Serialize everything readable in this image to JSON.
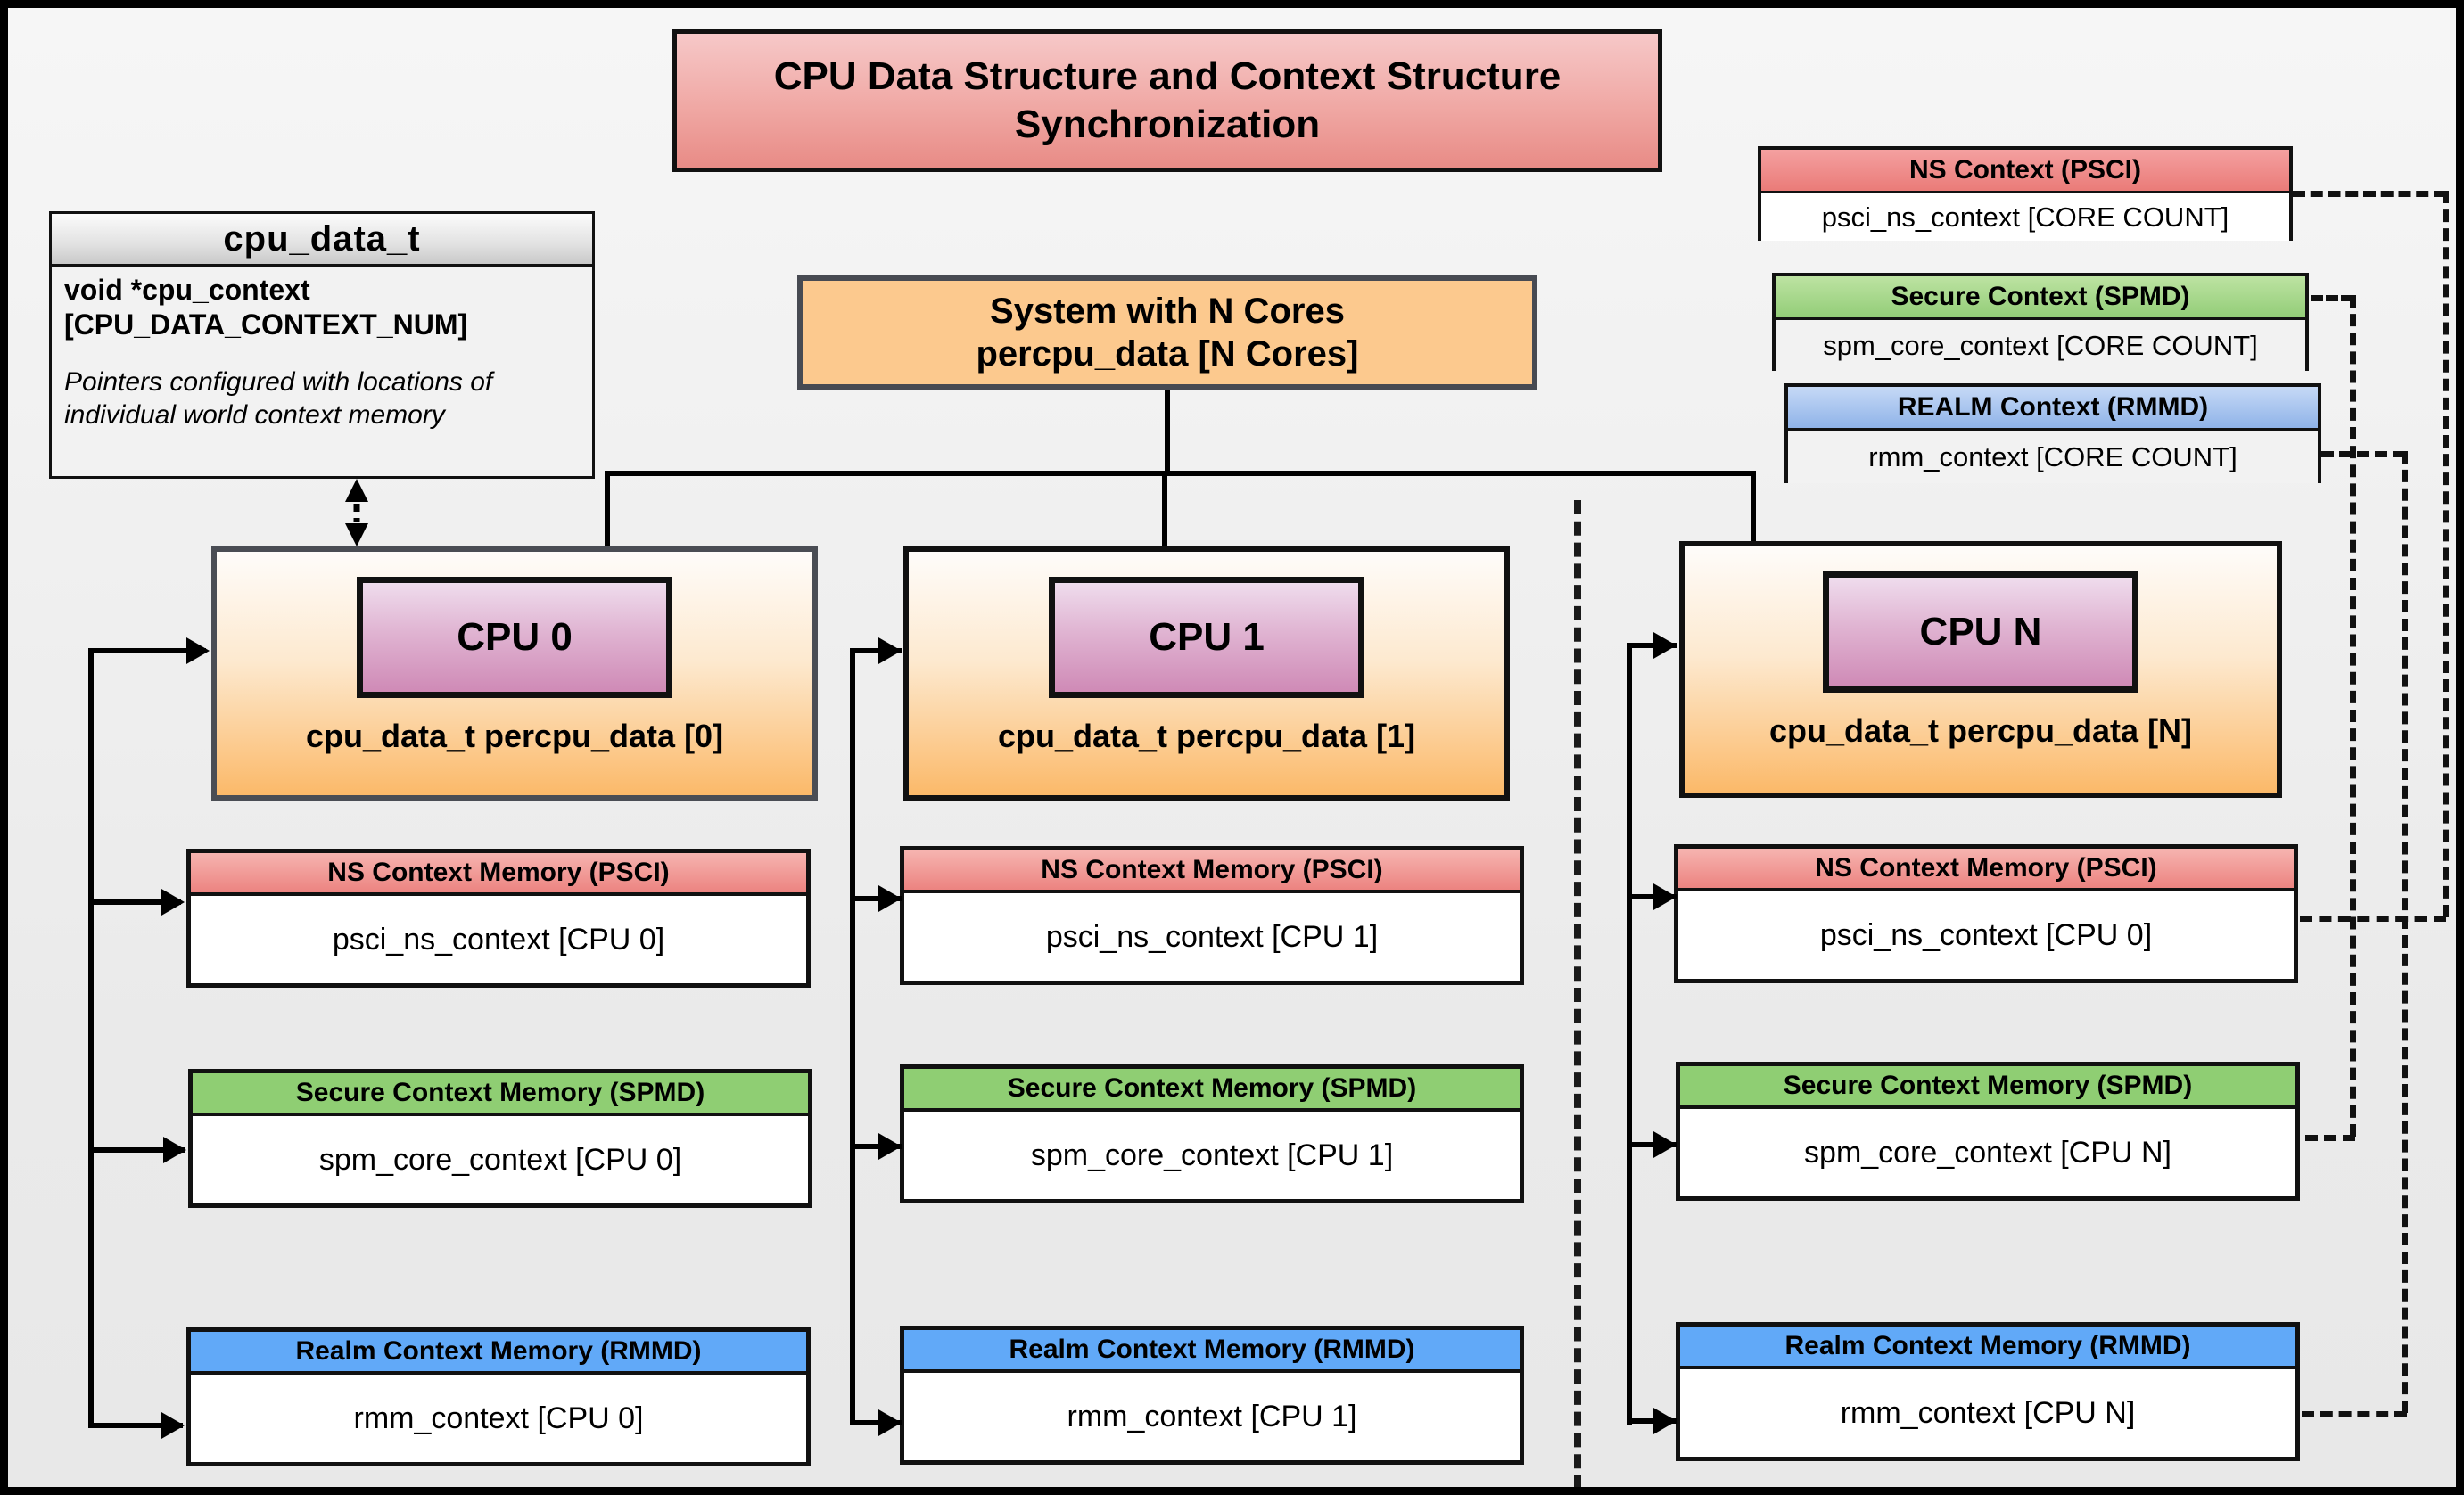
{
  "title": "CPU Data Structure and Context Structure Synchronization",
  "colors": {
    "title_banner": "#ee9a95",
    "ns_red": "#ec8380",
    "secure_green": "#8fce73",
    "realm_blue": "#61a9f8",
    "cpu_orange": "#fbb969",
    "cpu_chip_pink": "#cf8ab6",
    "system_orange": "#fcc98e",
    "background": "#ececec",
    "border": "#111111"
  },
  "cpu_data_t": {
    "header": "cpu_data_t",
    "field": "void  *cpu_context [CPU_DATA_CONTEXT_NUM]",
    "note": "Pointers configured with locations of individual world context memory"
  },
  "system_box": {
    "line1": "System with N Cores",
    "line2": "percpu_data [N Cores]"
  },
  "context_definitions": [
    {
      "name": "ns-context",
      "header": "NS Context  (PSCI)",
      "body": "psci_ns_context [CORE COUNT]"
    },
    {
      "name": "secure-context",
      "header": "Secure Context (SPMD)",
      "body": "spm_core_context [CORE COUNT]"
    },
    {
      "name": "realm-context",
      "header": "REALM Context (RMMD)",
      "body": "rmm_context [CORE COUNT]"
    }
  ],
  "cpu_columns": [
    {
      "id": "cpu0",
      "chip_label": "CPU 0",
      "percpu_label": "cpu_data_t percpu_data [0]",
      "memories": [
        {
          "kind": "ns",
          "header": "NS Context Memory (PSCI)",
          "body": "psci_ns_context [CPU 0]"
        },
        {
          "kind": "sec",
          "header": "Secure Context Memory (SPMD)",
          "body": "spm_core_context [CPU 0]"
        },
        {
          "kind": "realm",
          "header": "Realm Context Memory (RMMD)",
          "body": "rmm_context [CPU 0]"
        }
      ]
    },
    {
      "id": "cpu1",
      "chip_label": "CPU 1",
      "percpu_label": "cpu_data_t percpu_data [1]",
      "memories": [
        {
          "kind": "ns",
          "header": "NS Context Memory (PSCI)",
          "body": "psci_ns_context [CPU 1]"
        },
        {
          "kind": "sec",
          "header": "Secure Context Memory (SPMD)",
          "body": "spm_core_context [CPU 1]"
        },
        {
          "kind": "realm",
          "header": "Realm Context Memory (RMMD)",
          "body": "rmm_context [CPU 1]"
        }
      ]
    },
    {
      "id": "cpun",
      "chip_label": "CPU N",
      "percpu_label": "cpu_data_t percpu_data [N]",
      "memories": [
        {
          "kind": "ns",
          "header": "NS Context Memory (PSCI)",
          "body": "psci_ns_context [CPU 0]"
        },
        {
          "kind": "sec",
          "header": "Secure Context Memory (SPMD)",
          "body": "spm_core_context [CPU N]"
        },
        {
          "kind": "realm",
          "header": "Realm Context Memory (RMMD)",
          "body": "rmm_context [CPU N]"
        }
      ]
    }
  ]
}
